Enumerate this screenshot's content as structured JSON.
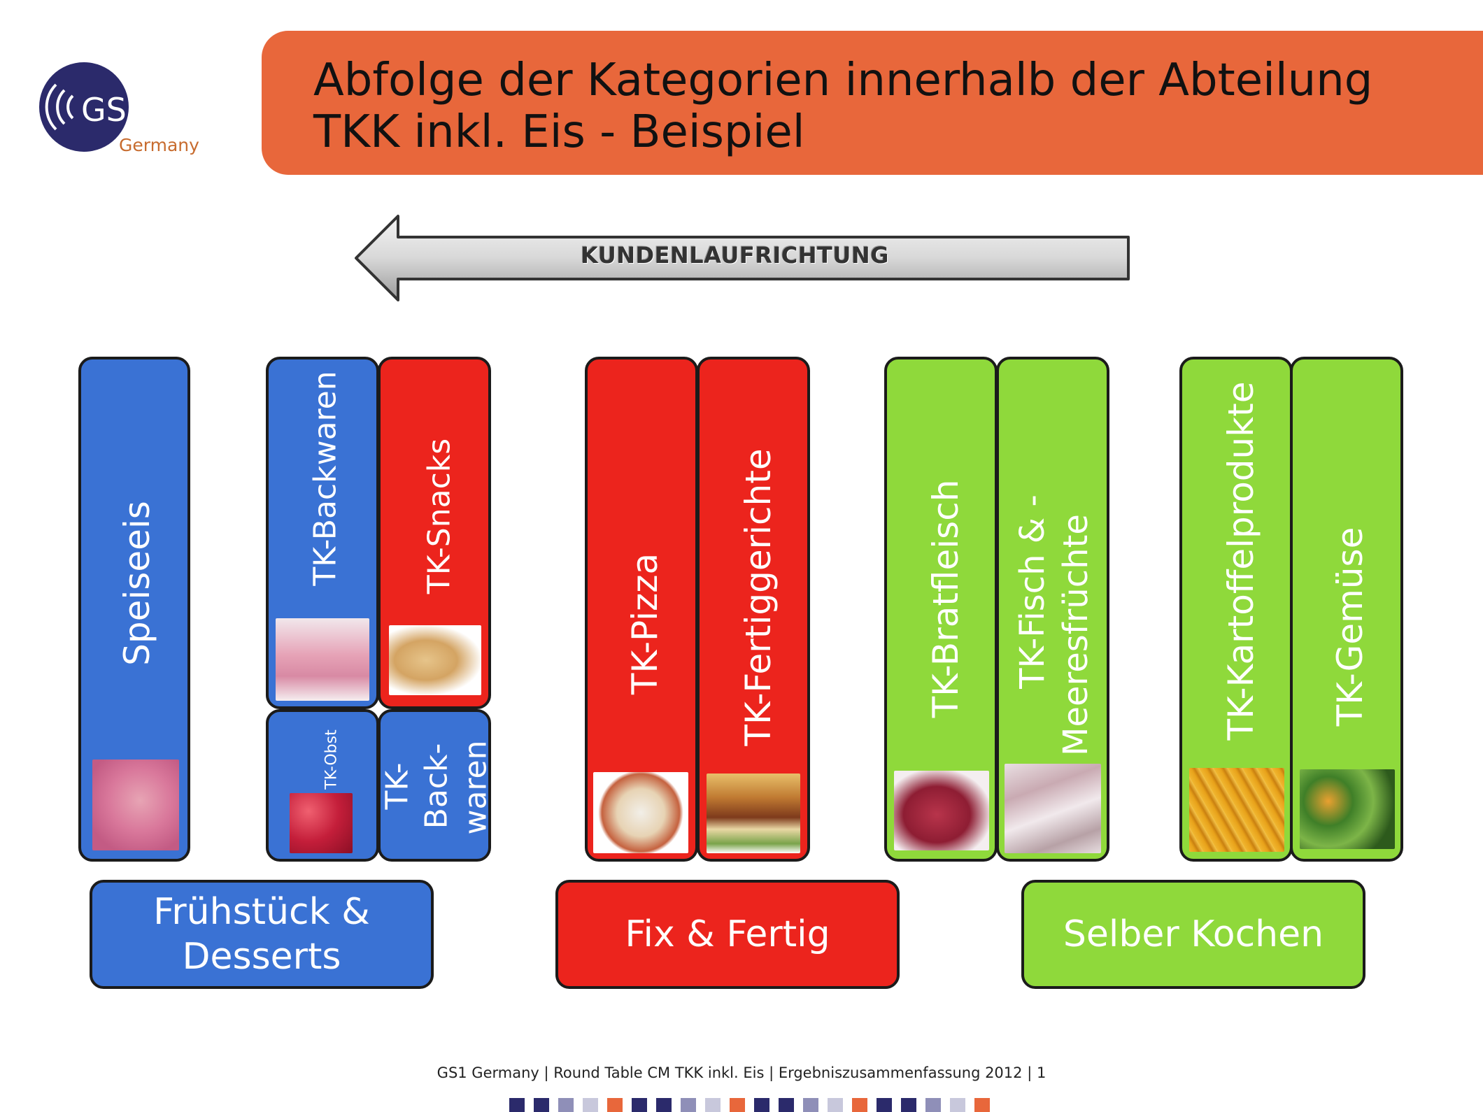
{
  "logo": {
    "text": "GS1",
    "subtext": "Germany"
  },
  "title": {
    "line1": "Abfolge der Kategorien innerhalb der Abteilung",
    "line2": "TKK inkl. Eis - Beispiel"
  },
  "arrow": {
    "label": "KUNDENLAUFRICHTUNG"
  },
  "categories": {
    "speiseeis": "Speiseeis",
    "tk_backwaren": "TK-Backwaren",
    "tk_snacks": "TK-Snacks",
    "tk_obst": "TK-Obst",
    "tk_back_waren_1": "TK-",
    "tk_back_waren_2": "Back-",
    "tk_back_waren_3": "waren",
    "tk_pizza": "TK-Pizza",
    "tk_fertiggerichte": "TK-Fertiggerichte",
    "tk_bratfleisch": "TK-Bratfleisch",
    "tk_fisch_1": "TK-Fisch & -",
    "tk_fisch_2": "Meeresfrüchte",
    "tk_kartoffelprodukte": "TK-Kartoffelprodukte",
    "tk_gemuese": "TK-Gemüse"
  },
  "groups": {
    "fruehstueck_1": "Frühstück &",
    "fruehstueck_2": "Desserts",
    "fix_fertig": "Fix & Fertig",
    "selber_kochen": "Selber Kochen"
  },
  "footer": {
    "text": "GS1 Germany | Round Table CM TKK inkl. Eis | Ergebniszusammenfassung 2012 |   1"
  },
  "colors": {
    "blue": "#3a72d4",
    "red": "#ec241d",
    "green": "#8fd93b",
    "banner": "#e8673b",
    "navy": "#2b2a6b"
  }
}
